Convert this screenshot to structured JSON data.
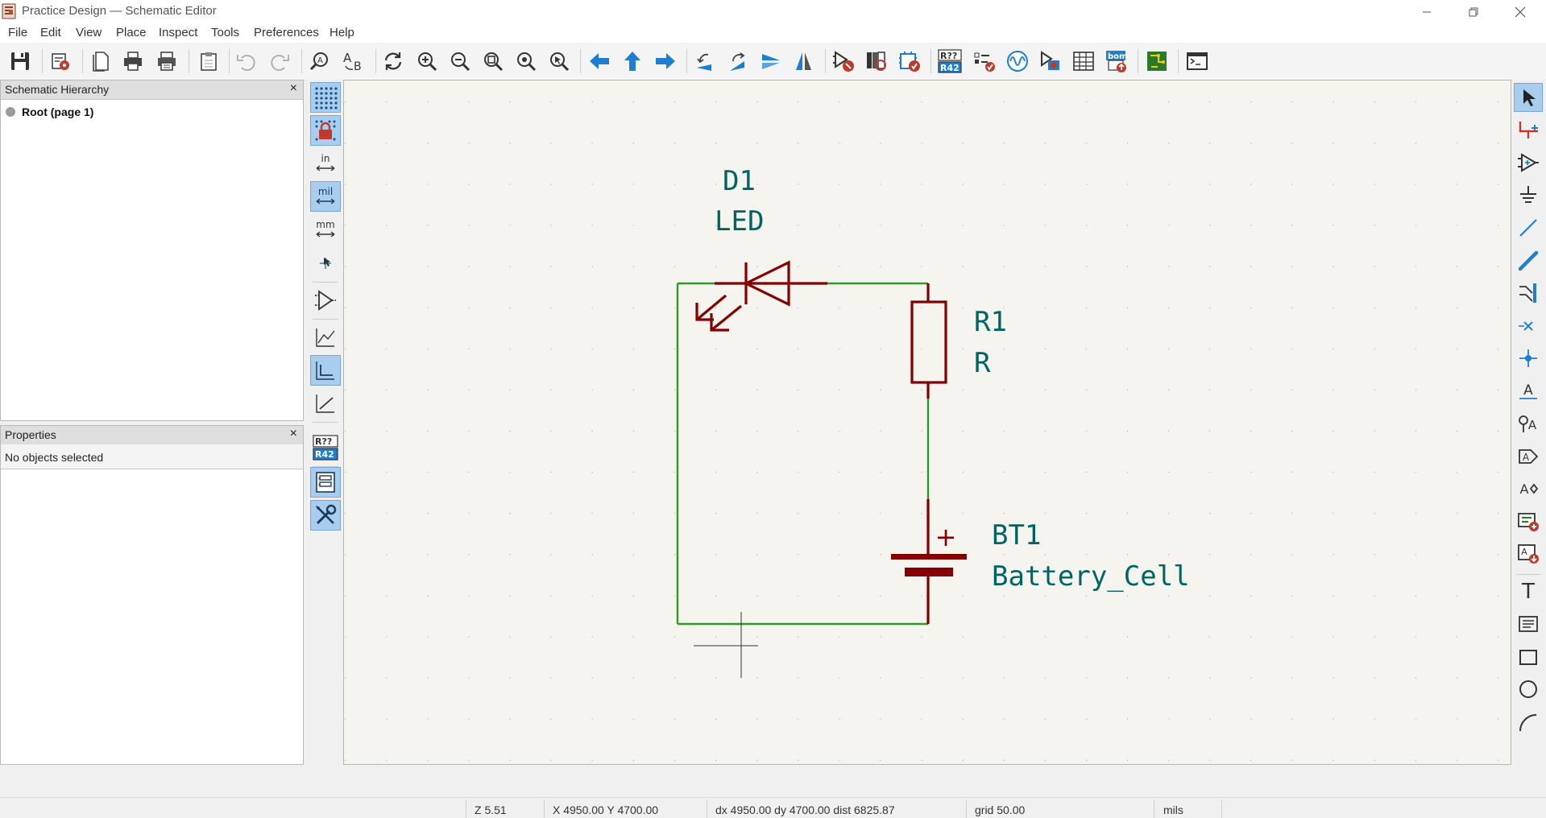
{
  "window": {
    "title": "Practice Design — Schematic Editor",
    "min_icon": "minimize-icon",
    "max_icon": "restore-icon",
    "close_icon": "close-icon"
  },
  "menu": [
    "File",
    "Edit",
    "View",
    "Place",
    "Inspect",
    "Tools",
    "Preferences",
    "Help"
  ],
  "panels": {
    "hierarchy": {
      "title": "Schematic Hierarchy",
      "root_label": "Root (page 1)"
    },
    "properties": {
      "title": "Properties",
      "empty_text": "No objects selected"
    },
    "close_glyph": "×"
  },
  "left_toolbar": {
    "units": [
      "in",
      "mil",
      "mm"
    ],
    "annotate_top": "R??",
    "annotate_bottom": "R42"
  },
  "top_toolbar": {
    "annotate_top": "R??",
    "annotate_bottom": "R42",
    "bom_label": "bom"
  },
  "schematic": {
    "components": [
      {
        "ref": "D1",
        "value": "LED"
      },
      {
        "ref": "R1",
        "value": "R"
      },
      {
        "ref": "BT1",
        "value": "Battery_Cell"
      }
    ],
    "plus_sign": "+",
    "colors": {
      "wire": "#2f9a26",
      "symbol": "#840000",
      "text": "#006464",
      "background": "#f5f4ef",
      "grid": "#9a9a9a"
    }
  },
  "right_toolbar": {
    "label_a": "A",
    "text_t": "T"
  },
  "status": {
    "zoom": "Z 5.51",
    "xy": "X 4950.00  Y 4700.00",
    "delta": "dx 4950.00  dy 4700.00  dist 6825.87",
    "grid": "grid 50.00",
    "units": "mils"
  }
}
